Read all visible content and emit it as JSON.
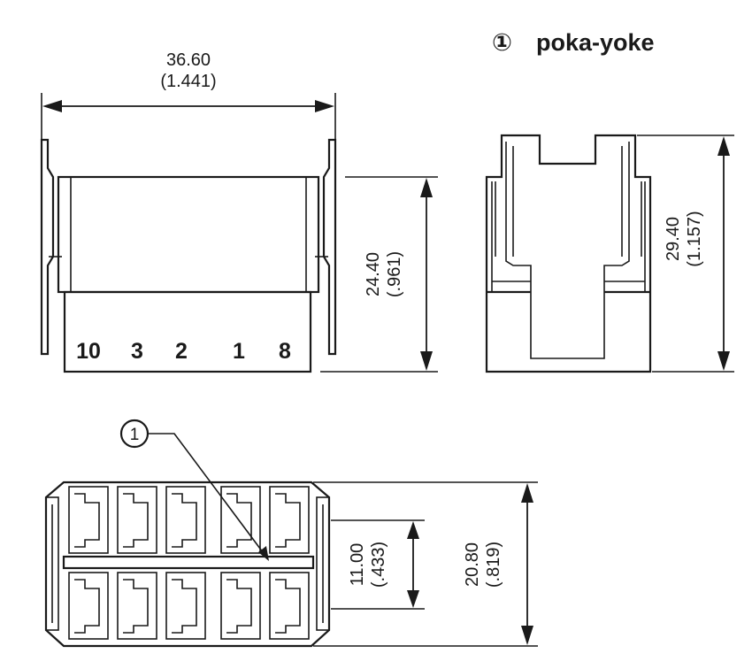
{
  "legend": {
    "marker": "①",
    "label": "poka-yoke"
  },
  "callout": {
    "marker": "1"
  },
  "dimensions": {
    "width": {
      "mm": "36.60",
      "inch": "(1.441)"
    },
    "height_front": {
      "mm": "24.40",
      "inch": "(.961)"
    },
    "height_side": {
      "mm": "29.40",
      "inch": "(1.157)"
    },
    "pitch_rows": {
      "mm": "11.00",
      "inch": "(.433)"
    },
    "depth": {
      "mm": "20.80",
      "inch": "(.819)"
    }
  },
  "pin_numbers": [
    "10",
    "3",
    "2",
    "1",
    "8"
  ]
}
